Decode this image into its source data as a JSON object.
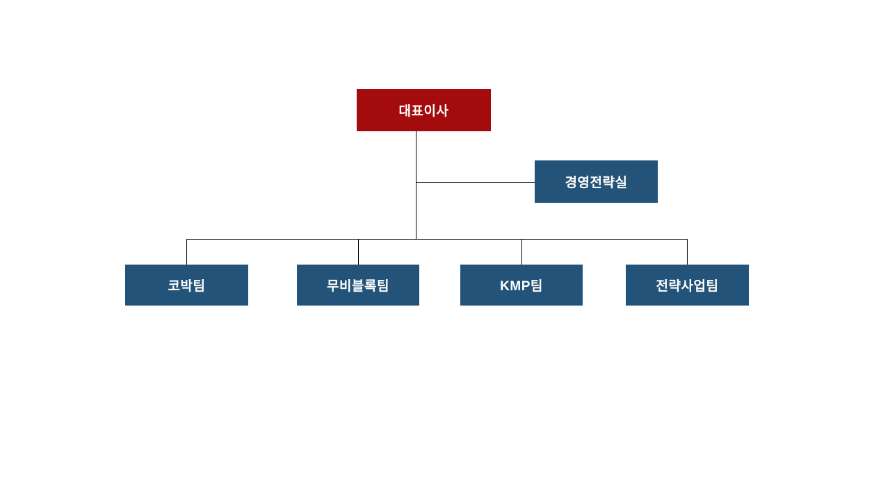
{
  "slide": {
    "background_color": "#FFFFFF"
  },
  "org_chart": {
    "type": "org-tree",
    "connector_color": "#000000",
    "colors": {
      "root_fill": "#A30B0D",
      "branch_fill": "#235378",
      "text": "#FFFFFF"
    },
    "nodes": {
      "ceo": {
        "label": "대표이사",
        "fill": "#A30B0D",
        "text_color": "#FFFFFF",
        "level": 1,
        "parent": null
      },
      "staff": {
        "label": "경영전략실",
        "fill": "#235378",
        "text_color": "#FFFFFF",
        "level": 2,
        "parent": "대표이사"
      },
      "team1": {
        "label": "코박팀",
        "fill": "#235378",
        "text_color": "#FFFFFF",
        "level": 3,
        "parent": "대표이사"
      },
      "team2": {
        "label": "무비블록팀",
        "fill": "#235378",
        "text_color": "#FFFFFF",
        "level": 3,
        "parent": "대표이사"
      },
      "team3": {
        "label": "KMP팀",
        "fill": "#235378",
        "text_color": "#FFFFFF",
        "level": 3,
        "parent": "대표이사"
      },
      "team4": {
        "label": "전략사업팀",
        "fill": "#235378",
        "text_color": "#FFFFFF",
        "level": 3,
        "parent": "대표이사"
      }
    }
  }
}
